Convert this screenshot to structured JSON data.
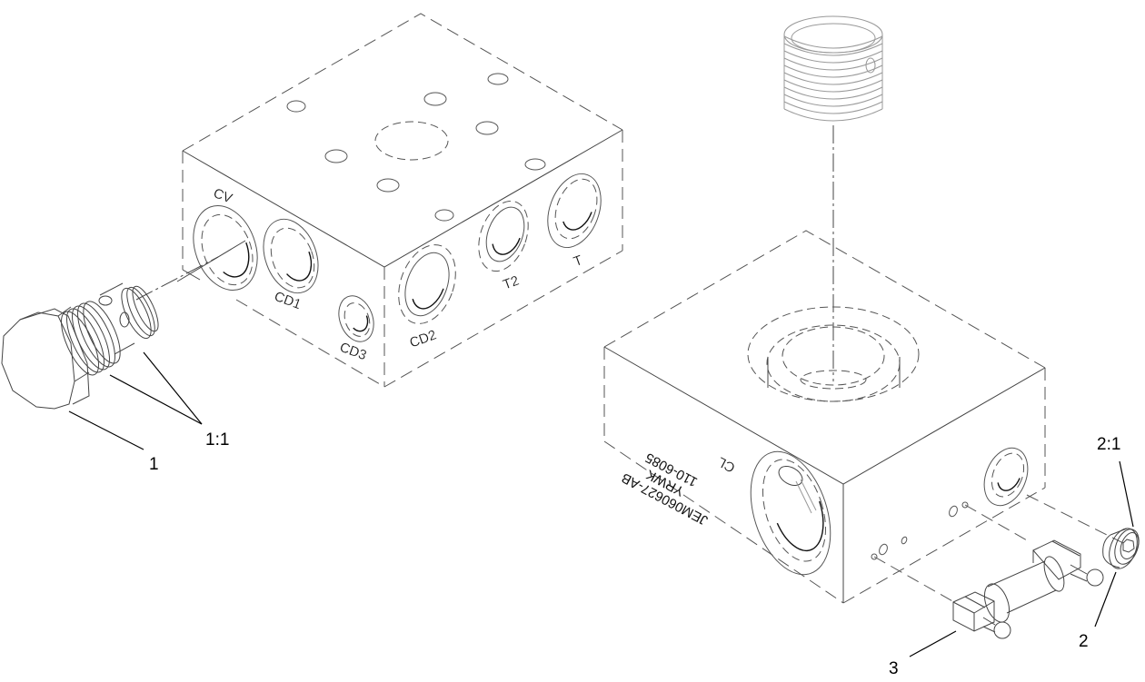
{
  "drawing": {
    "type": "exploded parts diagram",
    "left_block": {
      "ports": [
        {
          "label": "CV"
        },
        {
          "label": "CD1"
        },
        {
          "label": "CD3"
        },
        {
          "label": "CD2"
        },
        {
          "label": "T2"
        },
        {
          "label": "T"
        }
      ]
    },
    "right_block": {
      "port_label": "CL",
      "stamp_lines": [
        "JEM060627-AB",
        "YRWK",
        "110-6085"
      ]
    },
    "callouts": [
      {
        "id": "1",
        "label": "1"
      },
      {
        "id": "1:1",
        "label": "1:1"
      },
      {
        "id": "2",
        "label": "2"
      },
      {
        "id": "2:1",
        "label": "2:1"
      },
      {
        "id": "3",
        "label": "3"
      }
    ],
    "colors": {
      "background": "#ffffff",
      "line": "#555555",
      "text": "#000000"
    }
  }
}
